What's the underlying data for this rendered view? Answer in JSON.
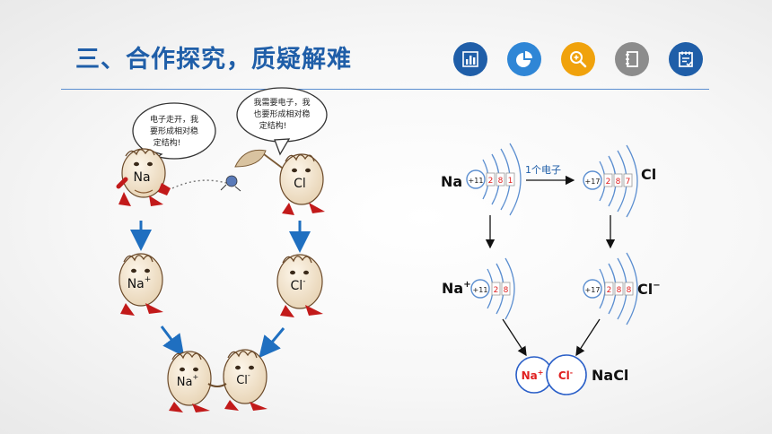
{
  "title": "三、合作探究，质疑解难",
  "toolbar": {
    "icons": [
      {
        "name": "bar-chart-icon",
        "color": "#1f5ea8"
      },
      {
        "name": "pie-chart-icon",
        "color": "#2f86d6"
      },
      {
        "name": "magnifier-icon",
        "color": "#f0a20c"
      },
      {
        "name": "notebook-icon",
        "color": "#8c8c8c"
      },
      {
        "name": "checklist-icon",
        "color": "#1f5ea8"
      }
    ]
  },
  "cartoon": {
    "na_bubble": [
      "电子走开，我",
      "要形成相对稳",
      "定结构!"
    ],
    "cl_bubble": [
      "我需要电子，我",
      "也要形成相对稳",
      "定结构!"
    ],
    "na": "Na",
    "cl": "Cl",
    "na_ion": "Na",
    "na_ion_sup": "+",
    "cl_ion": "Cl",
    "cl_ion_sup": "-"
  },
  "diagram": {
    "transfer_label": "1个电子",
    "na_atom": {
      "symbol": "Na",
      "nucleus": "+11",
      "shells": [
        "2",
        "8",
        "1"
      ]
    },
    "cl_atom": {
      "symbol": "Cl",
      "nucleus": "+17",
      "shells": [
        "2",
        "8",
        "7"
      ]
    },
    "na_ion": {
      "symbol": "Na",
      "charge": "+",
      "nucleus": "+11",
      "shells": [
        "2",
        "8"
      ]
    },
    "cl_ion": {
      "symbol": "Cl",
      "charge": "−",
      "nucleus": "+17",
      "shells": [
        "2",
        "8",
        "8"
      ]
    },
    "compound": {
      "na": "Na",
      "na_charge": "+",
      "cl": "Cl",
      "cl_charge": "-",
      "formula": "NaCl"
    },
    "colors": {
      "accent": "#1f5ea8",
      "ion_text": "#e02020",
      "arrow": "#1f6fc0",
      "shell": "#5b8ed0"
    }
  }
}
